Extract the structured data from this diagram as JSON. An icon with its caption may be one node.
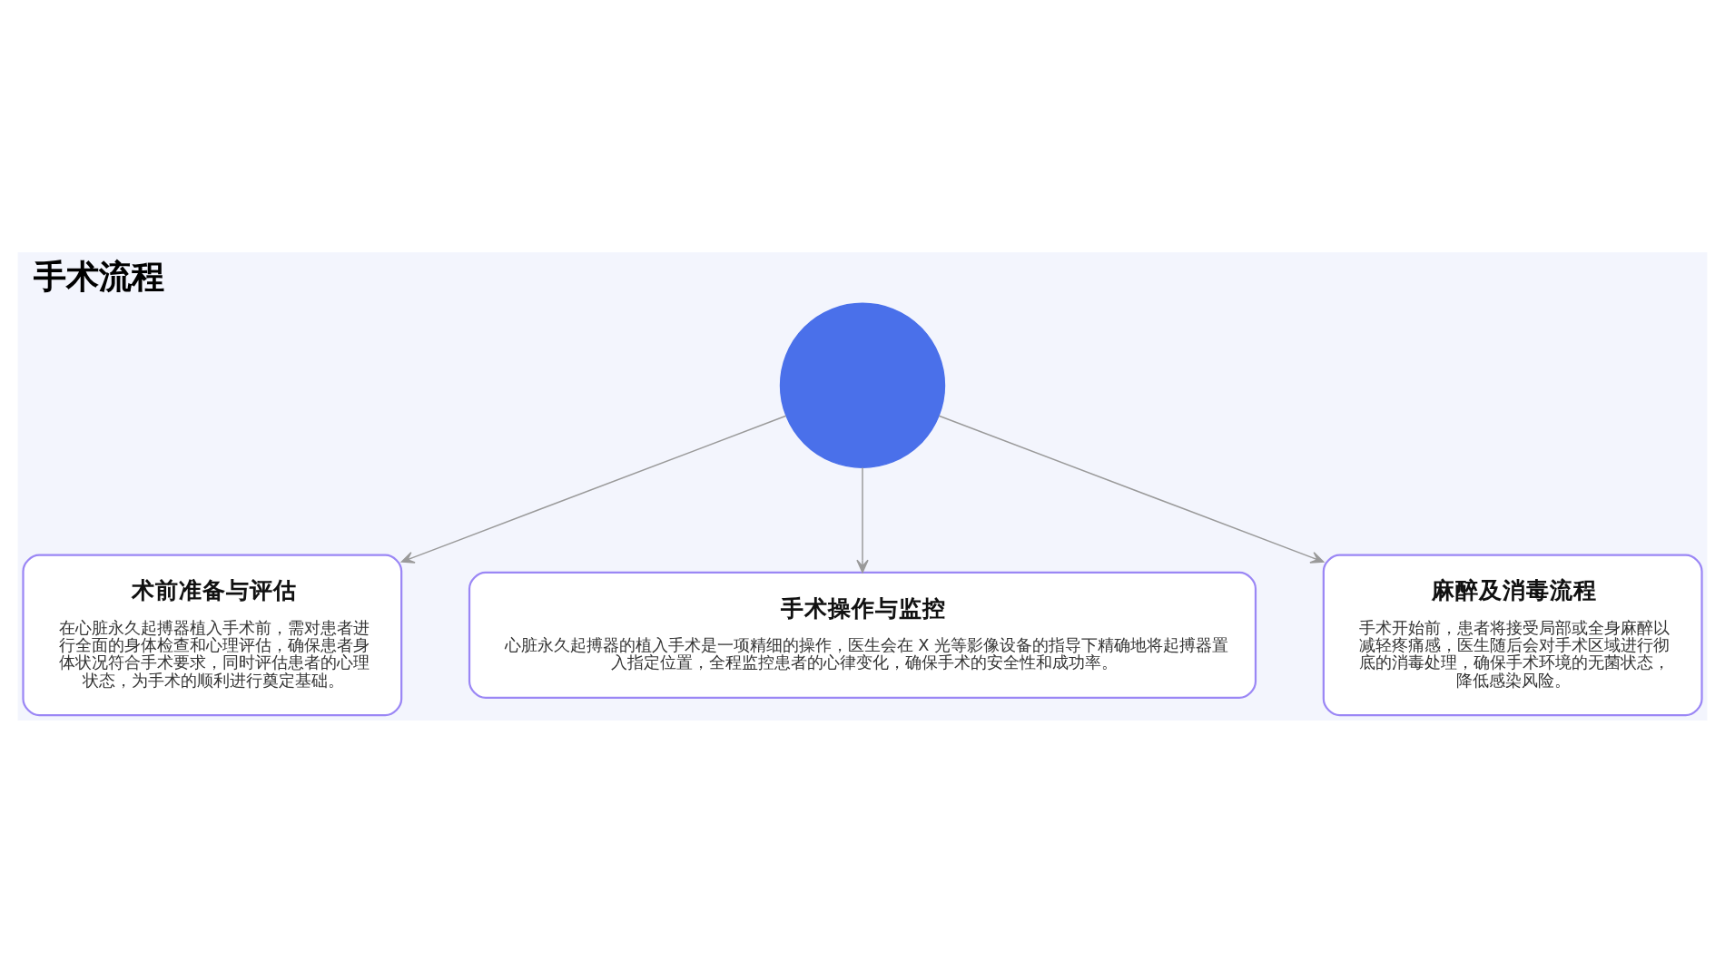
{
  "diagram": {
    "title": "手术流程",
    "nodes": [
      {
        "text": [
          "术前准备与评估",
          "在心脏永久起搏器植入手术前，需对患者进行全面的身体检查和心理评估，确保患者身体状况符合手术要求，同时评估患者的心理状态，为手术的顺利进行奠定基础。"
        ]
      },
      {
        "text": [],
        "shape": "circle"
      },
      {
        "text": [
          "麻醉及消毒流程",
          "手术开始前，患者将接受局部或全身麻醉以减轻疼痛感，医生随后会对手术区域进行彻底的消毒处理，确保手术环境的无菌状态，降低感染风险。"
        ]
      },
      {
        "text": [
          "手术操作与监控",
          "心脏永久起搏器的植入手术是一项精细的操作，医生会在 X 光等影像设备的指导下精确地将起搏器置入指定位置，全程监控患者的心律变化，确保手术的安全性和成功率。"
        ]
      }
    ],
    "edges": [
      {
        "from": 1,
        "to": 0,
        "arrow": "to"
      },
      {
        "from": 1,
        "to": 3,
        "arrow": "to"
      },
      {
        "from": 1,
        "to": 2,
        "arrow": "to"
      }
    ]
  }
}
